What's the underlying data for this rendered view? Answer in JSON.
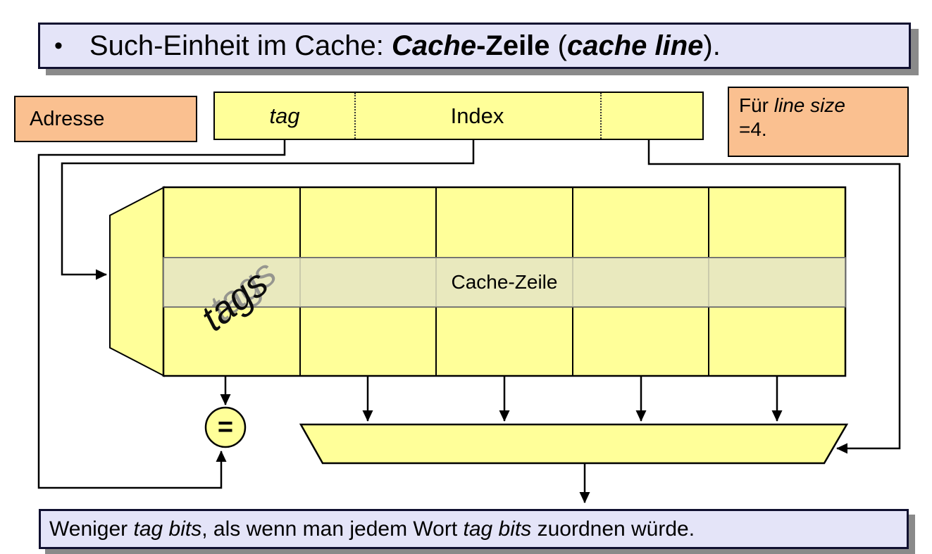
{
  "top_banner": {
    "bullet": "•",
    "text_parts": [
      {
        "t": "Such-Einheit im Cache: "
      },
      {
        "t": "Cache"
      },
      {
        "t": "-Zeile"
      },
      {
        "t": " ("
      },
      {
        "t": "cache line"
      },
      {
        "t": ")."
      }
    ]
  },
  "address_box": {
    "label": "Adresse"
  },
  "address_bar": {
    "tag_label": "tag",
    "index_label": "Index"
  },
  "note_box": {
    "line1_prefix": "Für ",
    "line1_italic": "line size",
    "line2": "=4."
  },
  "cache_table": {
    "tags_label": "tags",
    "cache_line_label": "Cache-Zeile",
    "columns": 5,
    "rows": 3
  },
  "comparator": {
    "symbol": "="
  },
  "bottom_banner": {
    "text_parts": [
      {
        "t": "Weniger "
      },
      {
        "t": "tag bits"
      },
      {
        "t": ", als wenn man jedem Wort "
      },
      {
        "t": "tag bits"
      },
      {
        "t": " zuordnen würde."
      }
    ]
  },
  "colors": {
    "cell_yellow": "#FFFF99",
    "row_highlight": "#E6E6C3",
    "accent_orange": "#FAC090",
    "banner_lavender": "#E4E4F8",
    "shadow_gray": "#8A8A8A",
    "line_black": "#000000"
  }
}
